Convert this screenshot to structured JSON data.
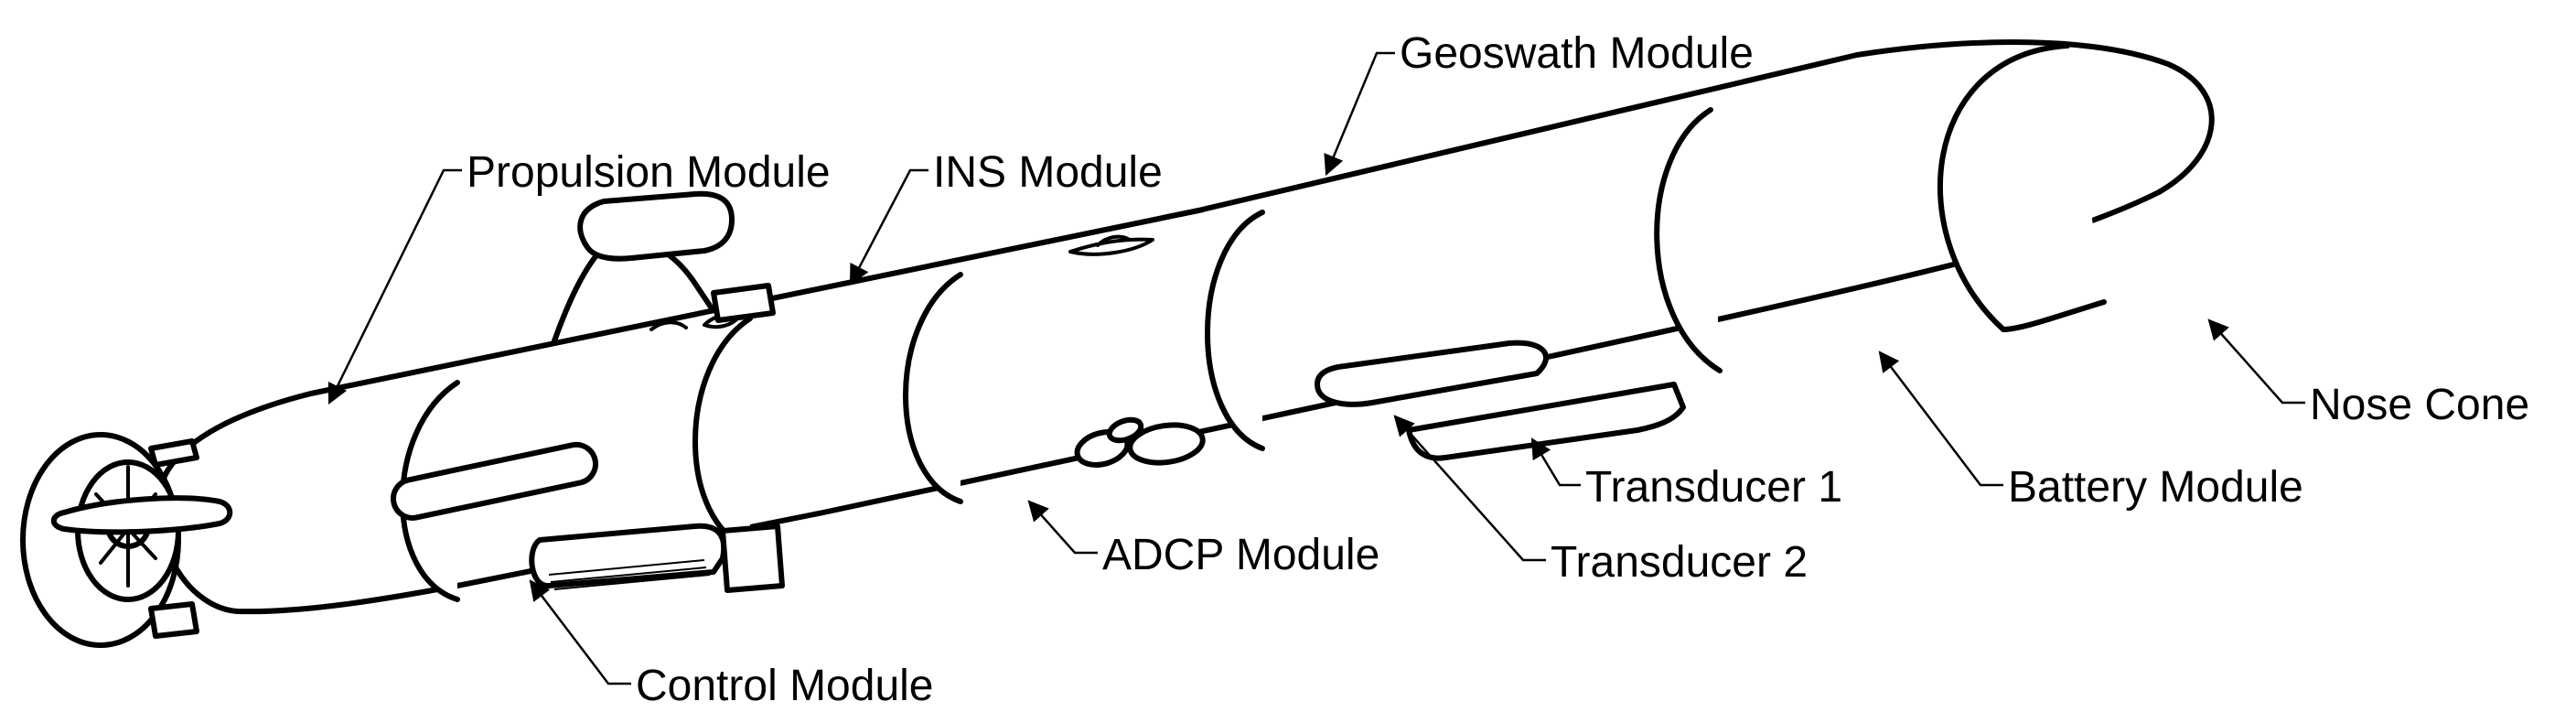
{
  "diagram": {
    "labels": {
      "geoswath": "Geoswath Module",
      "propulsion": "Propulsion Module",
      "ins": "INS Module",
      "nose_cone": "Nose Cone",
      "transducer_1": "Transducer 1",
      "battery": "Battery Module",
      "adcp": "ADCP Module",
      "transducer_2": "Transducer 2",
      "control": "Control Module"
    }
  }
}
